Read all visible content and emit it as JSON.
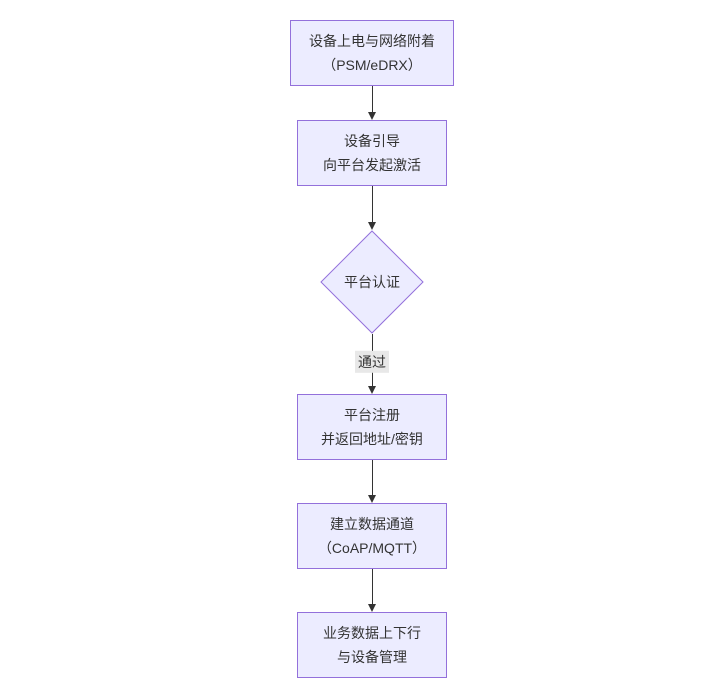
{
  "diagram": {
    "type": "flowchart",
    "direction": "top-down",
    "colors": {
      "node_fill": "#ECECFF",
      "node_border": "#9370DB",
      "node_text": "#333333",
      "edge_line": "#333333",
      "edge_label_bg": "#e8e8e8",
      "background": "#ffffff"
    },
    "nodes": [
      {
        "id": "A",
        "shape": "rect",
        "lines": [
          "设备上电与网络附着",
          "（PSM/eDRX）"
        ]
      },
      {
        "id": "B",
        "shape": "rect",
        "lines": [
          "设备引导",
          "向平台发起激活"
        ]
      },
      {
        "id": "C",
        "shape": "diamond",
        "lines": [
          "平台认证"
        ]
      },
      {
        "id": "D",
        "shape": "rect",
        "lines": [
          "平台注册",
          "并返回地址/密钥"
        ]
      },
      {
        "id": "E",
        "shape": "rect",
        "lines": [
          "建立数据通道",
          "（CoAP/MQTT）"
        ]
      },
      {
        "id": "F",
        "shape": "rect",
        "lines": [
          "业务数据上下行",
          "与设备管理"
        ]
      }
    ],
    "edges": [
      {
        "from": "A",
        "to": "B",
        "label": ""
      },
      {
        "from": "B",
        "to": "C",
        "label": ""
      },
      {
        "from": "C",
        "to": "D",
        "label": "通过"
      },
      {
        "from": "D",
        "to": "E",
        "label": ""
      },
      {
        "from": "E",
        "to": "F",
        "label": ""
      }
    ]
  }
}
